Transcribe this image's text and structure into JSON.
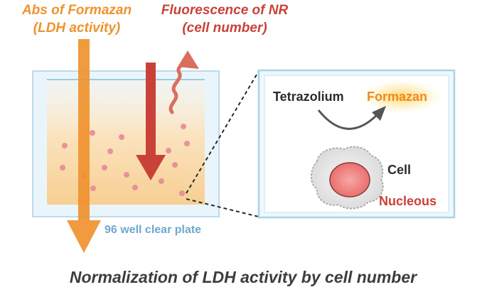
{
  "labels": {
    "abs_line1": "Abs of Formazan",
    "abs_line2": "(LDH activity)",
    "fluor_line1": "Fluorescence of NR",
    "fluor_line2": "(cell number)",
    "plate": "96 well clear plate",
    "tetrazolium": "Tetrazolium",
    "formazan": "Formazan",
    "cell": "Cell",
    "nucleous": "Nucleous",
    "caption": "Normalization of LDH activity by cell number"
  },
  "colors": {
    "abs_arrow": "#f0922f",
    "fluor_arrow": "#c94239",
    "well_border": "#a9d3e6",
    "well_fill": "#f9d9a6",
    "plate_text": "#6fa8cf",
    "dots": "#e58a9a",
    "nucleus": "#ee7d7d",
    "caption": "#3d3d3d"
  },
  "icons": {
    "cell": "cell-icon",
    "nucleus": "nucleus-icon",
    "reaction_arrow": "curved-arrow-icon",
    "emission": "wavy-arrow-icon"
  }
}
